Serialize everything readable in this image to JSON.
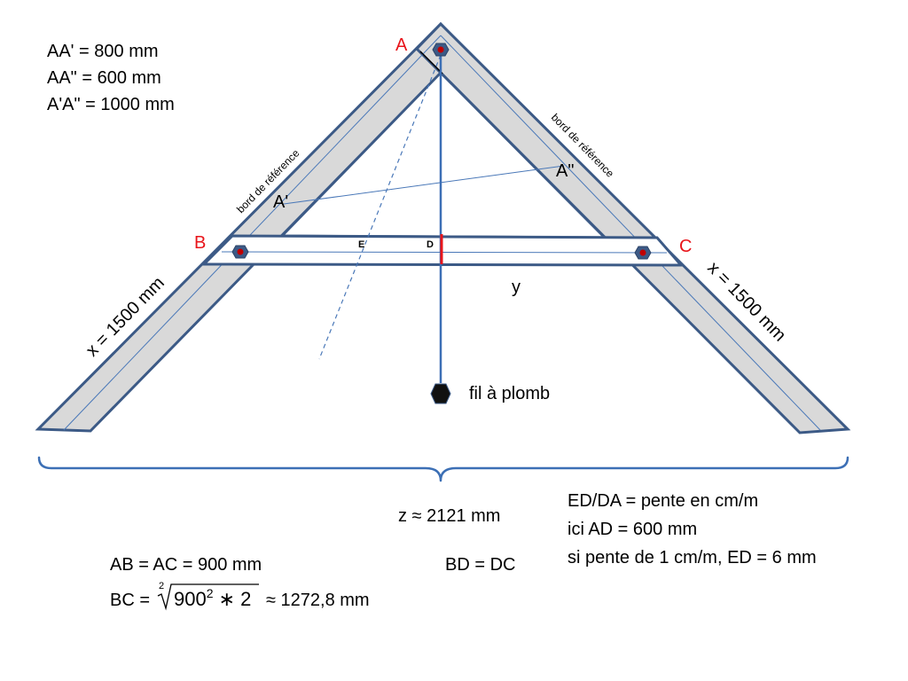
{
  "points": {
    "A": "A",
    "A_prime": "A'",
    "A_double_prime": "A\"",
    "B": "B",
    "C": "C",
    "D": "D",
    "E": "E"
  },
  "labels": {
    "reference_edge_left": "bord de référence",
    "reference_edge_right": "bord de référence",
    "side_left": "x = 1500 mm",
    "side_right": "x = 1500 mm",
    "y": "y",
    "plumb_line": "fil à plomb",
    "z": "z ≈ 2121 mm"
  },
  "notes_top_left": [
    "AA' = 800 mm",
    "AA\" = 600 mm",
    "A'A\" = 1000 mm"
  ],
  "notes_bottom_left": {
    "line1": "AB = AC = 900 mm",
    "line2_prefix": "BC = ",
    "root_index": "2",
    "radicand_base": "900",
    "radicand_exp": "2",
    "radicand_rest": " ∗ 2",
    "line2_suffix": "≈ 1272,8 mm"
  },
  "note_bottom_center": "BD = DC",
  "notes_bottom_right": [
    "ED/DA = pente en cm/m",
    "ici AD = 600 mm",
    "si pente de 1 cm/m, ED = 6 mm"
  ],
  "colors": {
    "board_fill": "#d9d9d9",
    "outline": "#3c5a86",
    "line": "#4a78b8",
    "point_label_red": "#e8141a"
  }
}
